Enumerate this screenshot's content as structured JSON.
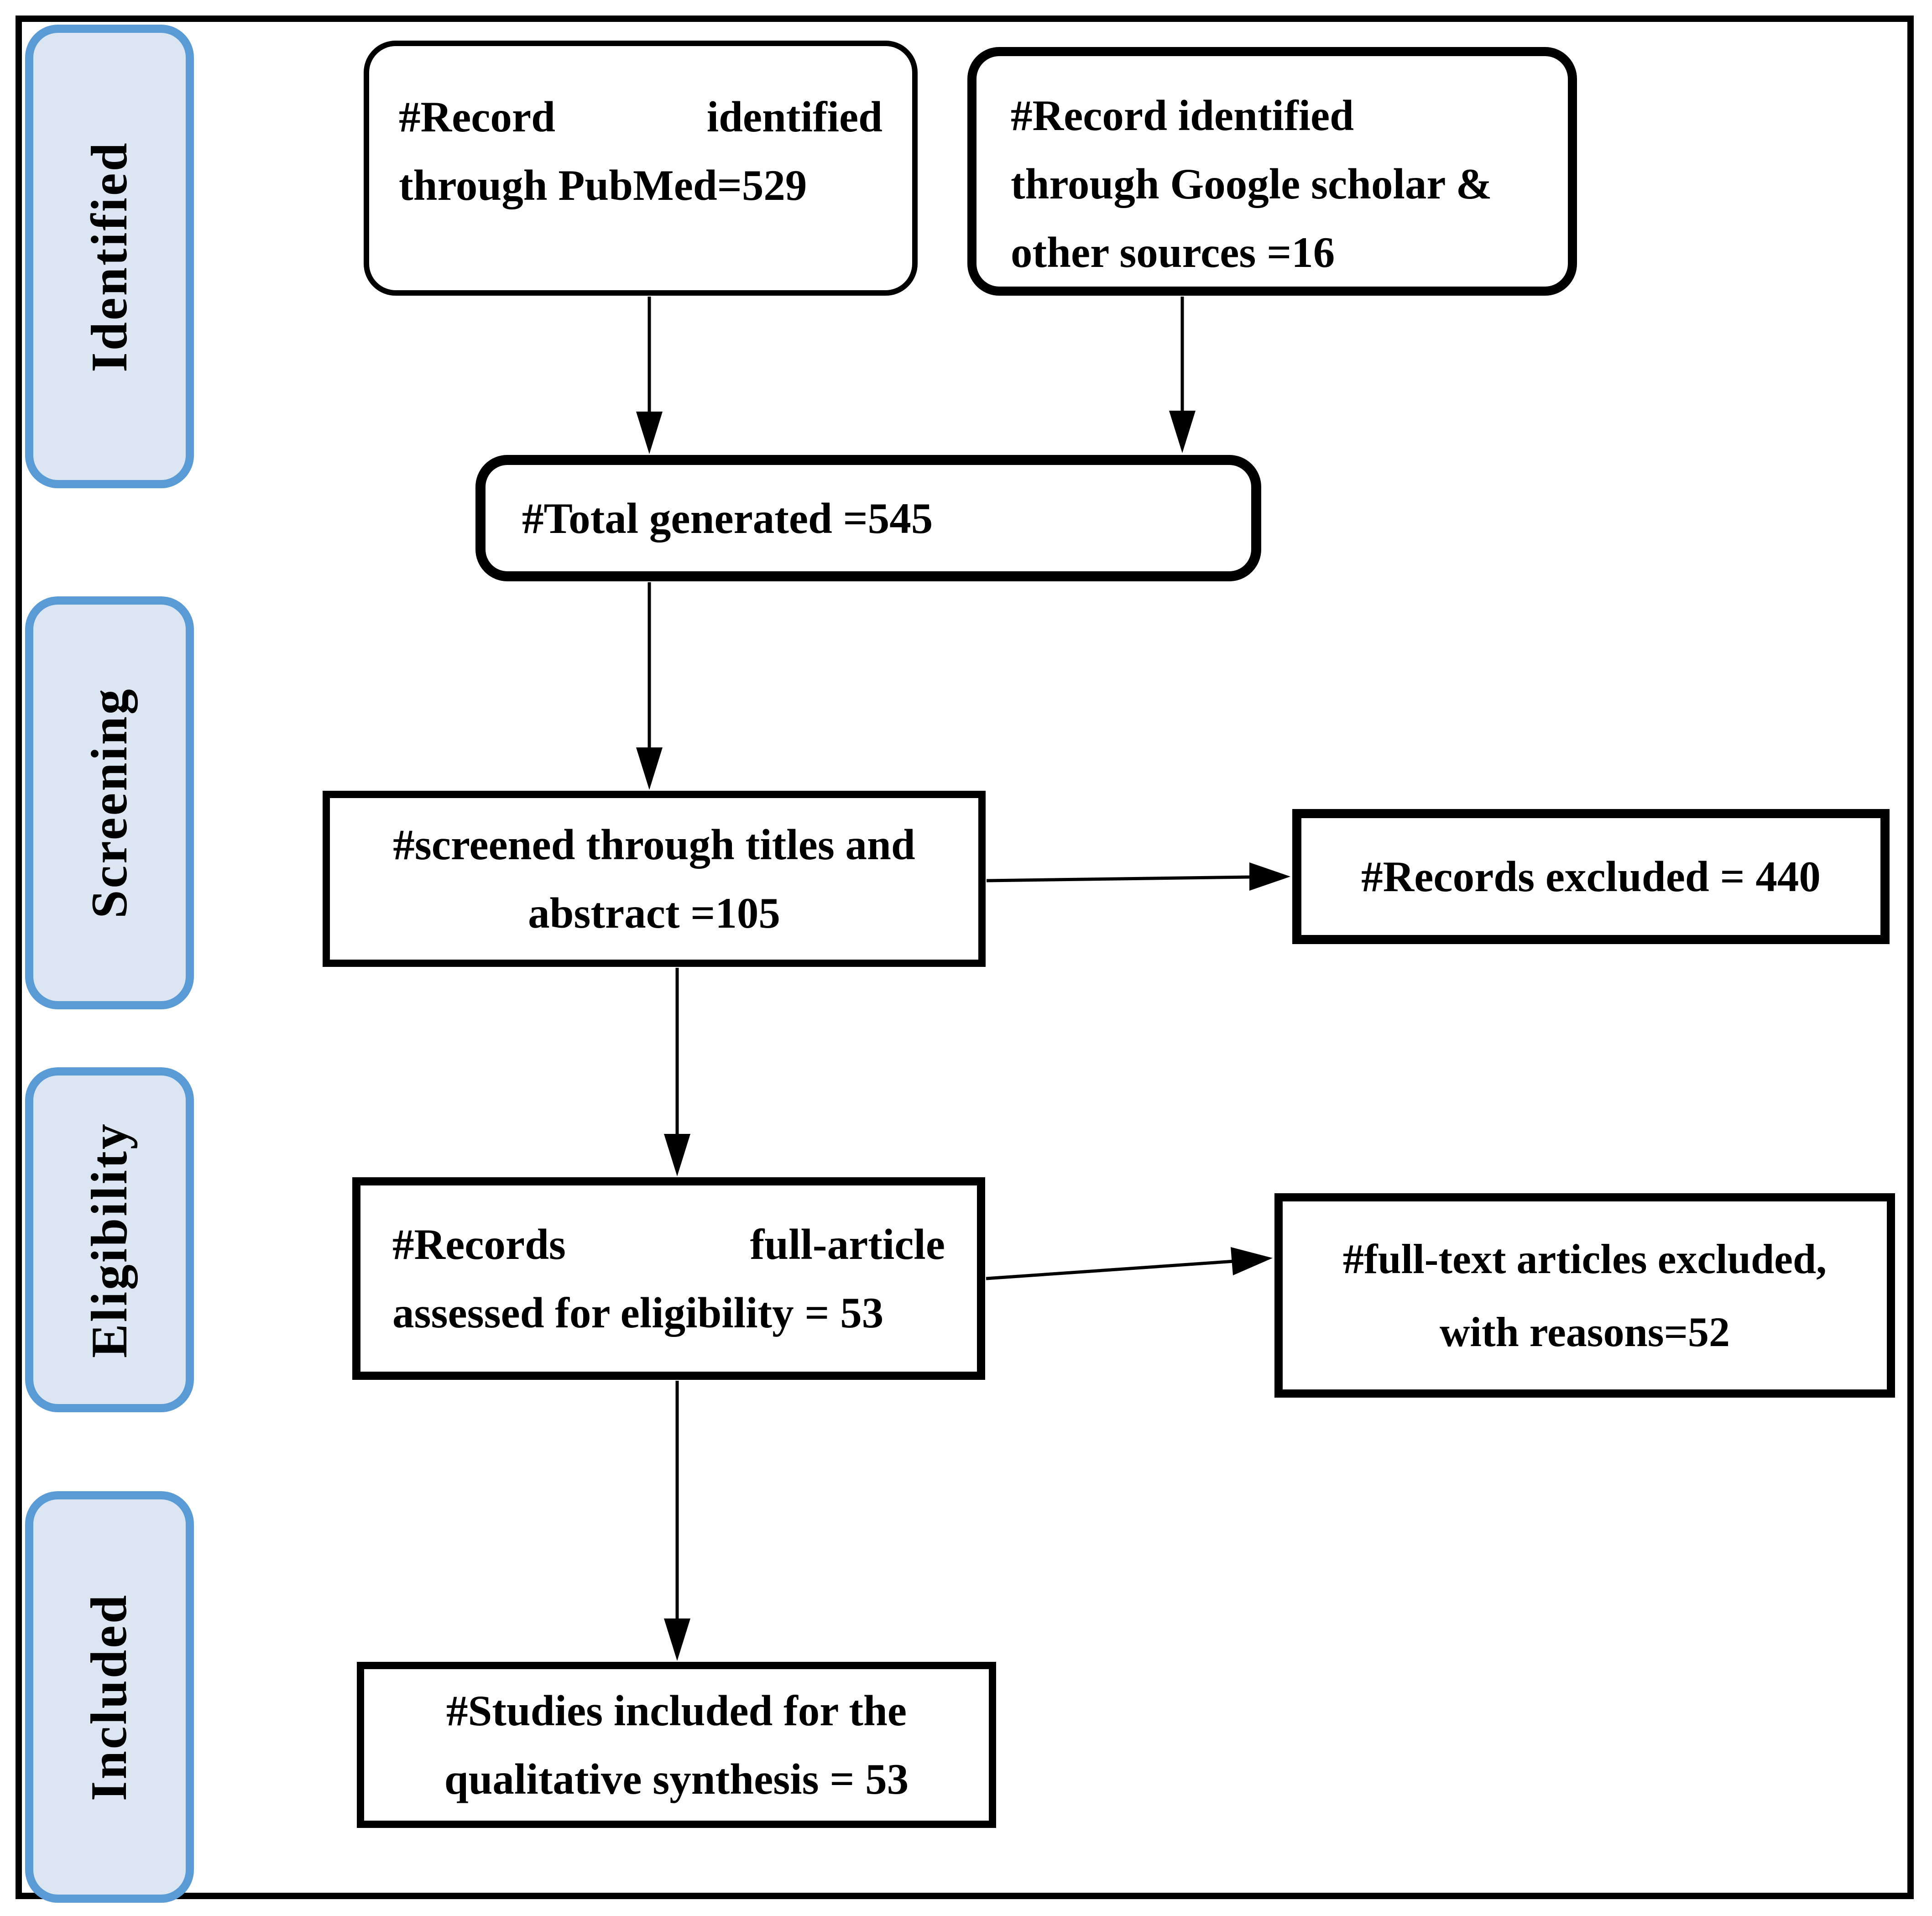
{
  "stages": [
    {
      "label": "Identified"
    },
    {
      "label": "Screening"
    },
    {
      "label": "Eligibility"
    },
    {
      "label": "Included"
    }
  ],
  "boxes": {
    "pubmed": {
      "line1_left": "#Record",
      "line1_right": "identified",
      "line2": "through PubMed=529"
    },
    "google": {
      "lines": [
        "#Record identified",
        "through Google scholar &",
        "other sources =16"
      ]
    },
    "total": {
      "text": "#Total generated =545"
    },
    "screened": {
      "lines": [
        "#screened through titles and",
        "abstract =105"
      ]
    },
    "excluded": {
      "text": "#Records excluded = 440"
    },
    "assessed": {
      "line1_left": "#Records",
      "line1_right": "full-article",
      "line2": "assessed for eligibility = 53"
    },
    "reasons": {
      "lines": [
        "#full-text articles excluded,",
        "with reasons=52"
      ]
    },
    "studies": {
      "lines": [
        "#Studies included for the",
        "qualitative synthesis = 53"
      ]
    }
  },
  "colors": {
    "stage_fill": "#dce6f2",
    "stage_border": "#5b9bd5",
    "box_border": "#000000",
    "background": "#ffffff"
  }
}
